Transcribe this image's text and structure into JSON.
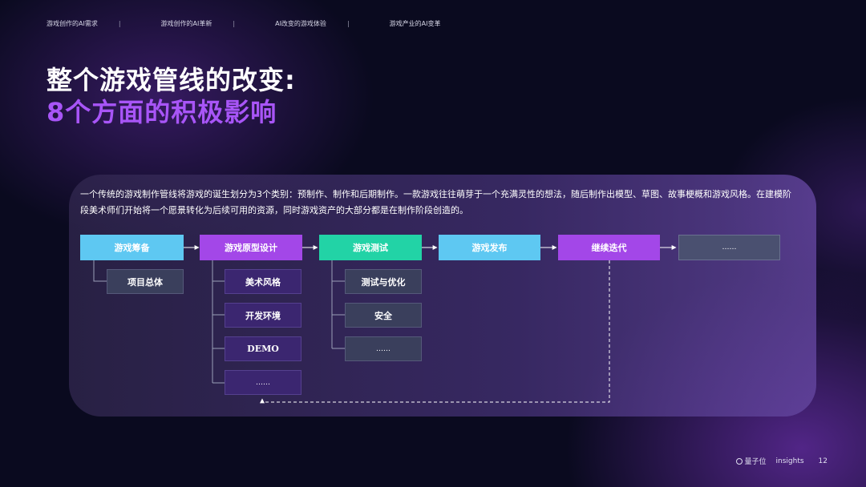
{
  "nav": {
    "items": [
      "游戏创作的AI需求",
      "游戏创作的AI革新",
      "AI改变的游戏体验",
      "游戏产业的AI变革"
    ],
    "separator": "|"
  },
  "title": {
    "line1": "整个游戏管线的改变:",
    "line2": "8个方面的积极影响"
  },
  "description": "一个传统的游戏制作管线将游戏的诞生划分为3个类别：预制作、制作和后期制作。一款游戏往往萌芽于一个充满灵性的想法，随后制作出模型、草图、故事梗概和游戏风格。在建模阶段美术师们开始将一个愿景转化为后续可用的资源，同时游戏资产的大部分都是在制作阶段创造的。",
  "pipeline": {
    "stages": [
      {
        "label": "游戏筹备",
        "color": "#5ec8f2"
      },
      {
        "label": "游戏原型设计",
        "color": "#a347e8"
      },
      {
        "label": "游戏测试",
        "color": "#22d3a6"
      },
      {
        "label": "游戏发布",
        "color": "#5ec8f2"
      },
      {
        "label": "继续迭代",
        "color": "#a347e8"
      },
      {
        "label": "……",
        "color": "#4a5070"
      }
    ],
    "prep_children": [
      "项目总体"
    ],
    "prototype_children": [
      "美术风格",
      "开发环境",
      "DEMO",
      "……"
    ],
    "test_children": [
      "测试与优化",
      "安全",
      "……"
    ]
  },
  "footer": {
    "brand": "量子位",
    "insights": "insights",
    "page": "12"
  }
}
